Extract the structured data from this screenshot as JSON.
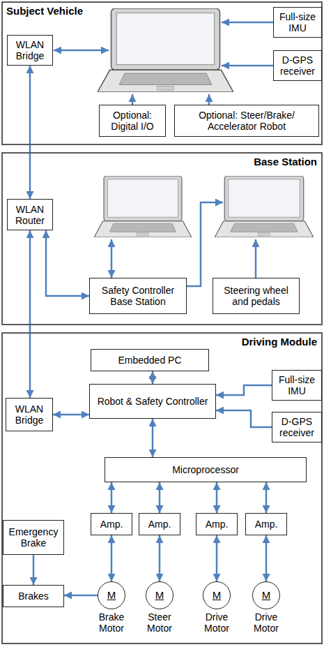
{
  "diagram": {
    "nodes": [
      {
        "text": [
          "Subject Vehicle"
        ]
      },
      {
        "text": [
          "WLAN Bridge"
        ],
        "in": 0
      },
      {
        "text": [
          "Full-size IMU"
        ],
        "in": 0
      },
      {
        "text": [
          "D-GPS receiver"
        ],
        "in": 0
      },
      {
        "text": [
          "Optional: Digital I/O"
        ],
        "in": 0
      },
      {
        "text": [
          "Optional: Steer/Brake/ Accelerator Robot"
        ],
        "in": 0
      },
      {
        "text": [
          "Base Station"
        ]
      },
      {
        "text": [
          "WLAN Router"
        ],
        "in": 6
      },
      {
        "text": [
          "Safety Controller Base Station"
        ],
        "in": 6
      },
      {
        "text": [
          "Steering wheel and pedals"
        ],
        "in": 6
      },
      {
        "text": [
          "Driving Module"
        ]
      },
      {
        "text": [
          "Embedded PC"
        ],
        "in": 10
      },
      {
        "text": [
          "WLAN Bridge"
        ],
        "in": 10
      },
      {
        "text": [
          "Robot & Safety Controller"
        ],
        "in": 10
      },
      {
        "text": [
          "Full-size IMU"
        ],
        "in": 10
      },
      {
        "text": [
          "D-GPS receiver"
        ],
        "in": 10
      },
      {
        "text": [
          "Microprocessor"
        ],
        "in": 10
      },
      {
        "text": [
          "Amp."
        ],
        "in": 10
      },
      {
        "text": [
          "Amp."
        ],
        "in": 10
      },
      {
        "text": [
          "Amp."
        ],
        "in": 10
      },
      {
        "text": [
          "Amp."
        ],
        "in": 10
      },
      {
        "text": [
          "Emergency Brake"
        ],
        "in": 10
      },
      {
        "text": [
          "Brakes"
        ],
        "in": 10
      },
      {
        "text": [
          "M",
          "Brake Motor"
        ],
        "in": 10
      },
      {
        "text": [
          "M",
          "Steer Motor"
        ],
        "in": 10
      },
      {
        "text": [
          "M",
          "Drive Motor"
        ],
        "in": 10
      },
      {
        "text": [
          "M",
          "Drive Motor"
        ],
        "in": 10
      }
    ],
    "edges": [
      {
        "from": 1,
        "to": 7,
        "arrow": "both"
      },
      {
        "from": 7,
        "to": 12,
        "arrow": "both"
      },
      {
        "from": 7,
        "to": 8,
        "arrow": "both"
      },
      {
        "from": 11,
        "to": 13,
        "arrow": "both"
      },
      {
        "from": 12,
        "to": 13,
        "arrow": "both"
      },
      {
        "from": 14,
        "to": 13,
        "arrow": "to"
      },
      {
        "from": 15,
        "to": 13,
        "arrow": "to"
      },
      {
        "from": 13,
        "to": 16,
        "arrow": "both"
      },
      {
        "from": 16,
        "to": 17,
        "arrow": "both"
      },
      {
        "from": 16,
        "to": 18,
        "arrow": "both"
      },
      {
        "from": 16,
        "to": 19,
        "arrow": "both"
      },
      {
        "from": 16,
        "to": 20,
        "arrow": "both"
      },
      {
        "from": 17,
        "to": 23,
        "arrow": "both"
      },
      {
        "from": 18,
        "to": 24,
        "arrow": "both"
      },
      {
        "from": 19,
        "to": 25,
        "arrow": "both"
      },
      {
        "from": 20,
        "to": 26,
        "arrow": "both"
      },
      {
        "from": 21,
        "to": 22,
        "arrow": "to"
      },
      {
        "from": 23,
        "to": 22,
        "arrow": "to"
      }
    ]
  }
}
